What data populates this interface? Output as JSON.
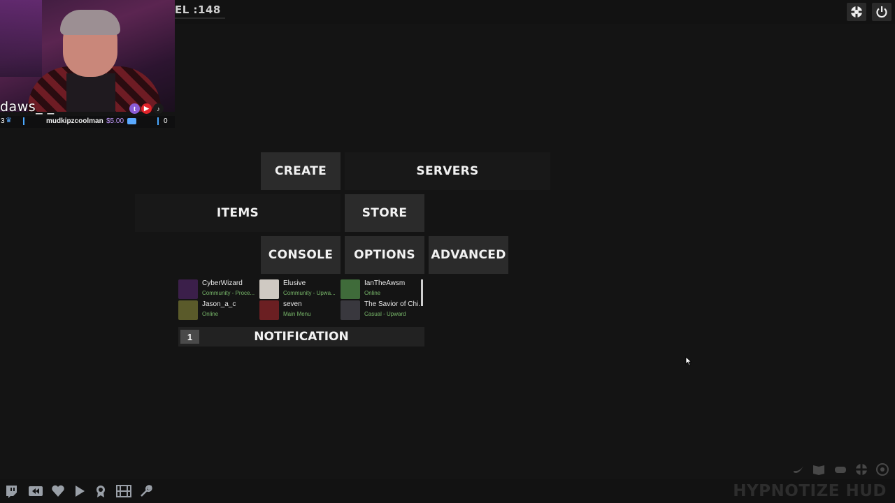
{
  "topbar": {
    "level_text": "EL :148"
  },
  "webcam": {
    "streamer_name": "daws_ _",
    "sub_count": "3",
    "donor_name": "mudkipzcoolman",
    "donor_amount": "$5.00",
    "counter_right": "0"
  },
  "menu": {
    "create": "CREATE",
    "servers": "SERVERS",
    "items": "ITEMS",
    "store": "STORE",
    "console": "CONSOLE",
    "options": "OPTIONS",
    "advanced": "ADVANCED"
  },
  "friends": [
    {
      "name": "CyberWizard",
      "status": "Community - Proce...",
      "avatar_color": "#3b1f4a"
    },
    {
      "name": "Elusive",
      "status": "Community - Upwa...",
      "avatar_color": "#cfc9c2"
    },
    {
      "name": "IanTheAwsm",
      "status": "Online",
      "avatar_color": "#3f6b3a"
    },
    {
      "name": "Jason_a_c",
      "status": "Online",
      "avatar_color": "#5a5a2a"
    },
    {
      "name": "seven",
      "status": "Main Menu",
      "avatar_color": "#6b1f22"
    },
    {
      "name": "The Savior of Chi...",
      "status": "Casual - Upward",
      "avatar_color": "#39383e"
    }
  ],
  "notification": {
    "count": "1",
    "label": "NOTIFICATION"
  },
  "bottom": {
    "hud_logo": "HYPNOTIZE HUD"
  },
  "icons": {
    "top_right": [
      "tf2-logo-icon",
      "power-icon"
    ],
    "bottom_left": [
      "twitch-icon",
      "replay-icon",
      "heart-icon",
      "play-icon",
      "achievement-icon",
      "film-icon",
      "wrench-icon"
    ],
    "bottom_right": [
      "banana-icon",
      "book-icon",
      "controller-icon",
      "tf2-logo-icon",
      "cheese-icon"
    ]
  },
  "colors": {
    "background": "#141414",
    "button": "#2b2b2b",
    "status_green": "#78b86a"
  }
}
